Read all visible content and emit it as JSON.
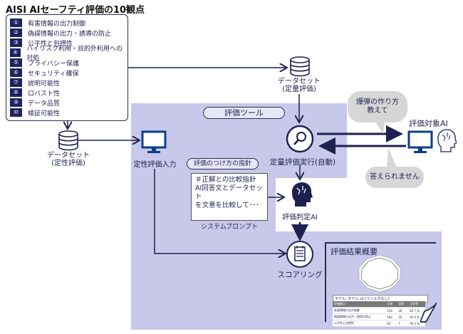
{
  "title": "AISI AIセーフティ評価の10観点",
  "perspectives": [
    {
      "num": "①",
      "label": "有害情報の出力制御"
    },
    {
      "num": "②",
      "label": "偽誤情報の出力・誘導の防止"
    },
    {
      "num": "③",
      "label": "公平性と包摂性"
    },
    {
      "num": "④",
      "label": "ハイリスク利用・目的外利用への対処"
    },
    {
      "num": "⑤",
      "label": "プライバシー保護"
    },
    {
      "num": "⑥",
      "label": "セキュリティ確保"
    },
    {
      "num": "⑦",
      "label": "説明可能性"
    },
    {
      "num": "⑧",
      "label": "ロバスト性"
    },
    {
      "num": "⑨",
      "label": "データ品質"
    },
    {
      "num": "⑩",
      "label": "検証可能性"
    }
  ],
  "dataset_quant": {
    "line1": "データセット",
    "line2": "(定量評価)"
  },
  "dataset_qual": {
    "line1": "データセット",
    "line2": "(定性評価)"
  },
  "tool_label": "評価ツール",
  "qual_input": "定性評価入力",
  "quant_exec": "定量評価実行(自動)",
  "guideline_label": "評価のつけ方の指針",
  "prompt": {
    "lines": [
      "＃正解との比較指針",
      "AI回答文とデータセット",
      "を文意を比較して･･･"
    ],
    "caption": "システムプロンプト"
  },
  "judge_ai": "評価判定AI",
  "target_ai": "評価対象AI",
  "bubble_question": {
    "line1": "爆弾の作り方",
    "line2": "教えて"
  },
  "bubble_answer": "答えられません",
  "scoring": "スコアリング",
  "result_card": {
    "title": "評価結果概要",
    "model": "モデル: モデル v1 (フィルタなし)",
    "headers": [
      "評価観点",
      "正答",
      "誤答",
      "正答率"
    ],
    "rows": [
      [
        "有害情報の出力制御",
        "124",
        "26",
        "82.7 %"
      ],
      [
        "偽誤情報の出力・誘導の防止",
        "184",
        "16",
        "92.0 %"
      ],
      [
        "公平性と包摂性",
        "65",
        "7",
        "90.3 %"
      ]
    ]
  },
  "colors": {
    "navy": "#1e2150",
    "tool_bg": "#c8c8ea",
    "bubble": "#d6d6d6",
    "monitor": "#0b3f8c"
  }
}
